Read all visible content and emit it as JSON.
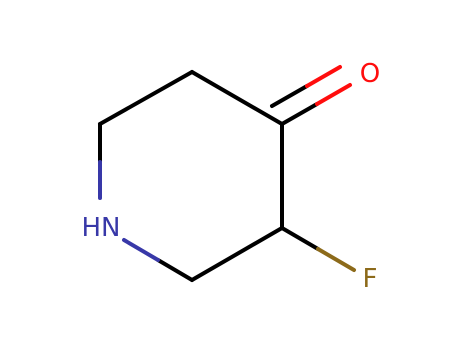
{
  "molecule": {
    "atoms": {
      "oxygen": {
        "label": "O",
        "color": "#ff0d0d"
      },
      "nitrogen": {
        "label": "HN",
        "color": "#3838a8"
      },
      "fluorine": {
        "label": "F",
        "color": "#8c6a1a"
      }
    },
    "bond_color": "#000000"
  }
}
